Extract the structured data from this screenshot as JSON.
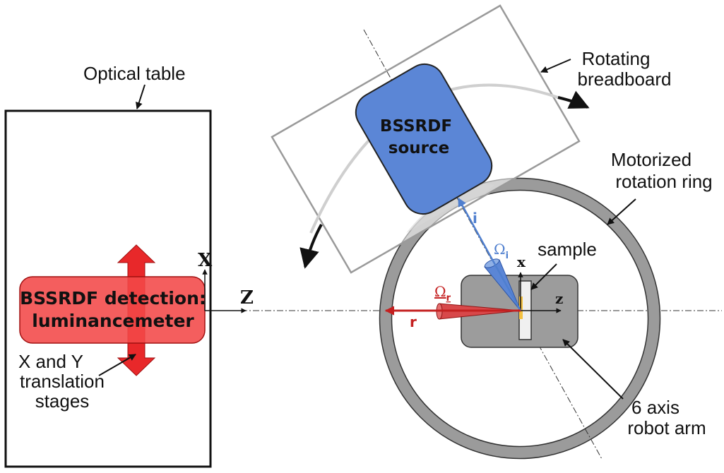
{
  "labels": {
    "optical_table": "Optical table",
    "rotating_breadboard_line1": "Rotating",
    "rotating_breadboard_line2": "breadboard",
    "motorized_line1": "Motorized",
    "motorized_line2": "rotation ring",
    "sample": "sample",
    "robot_line1": "6 axis",
    "robot_line2": "robot arm",
    "translation_line1": "X and Y",
    "translation_line2": "translation",
    "translation_line3": "stages"
  },
  "detector": {
    "line1": "BSSRDF detection:",
    "line2": "luminancemeter"
  },
  "source": {
    "line1": "BSSRDF",
    "line2": "source"
  },
  "axes": {
    "table_x": "X",
    "table_z": "Z",
    "sample_x": "x",
    "sample_z": "z"
  },
  "vectors": {
    "incident": "i",
    "reflected": "r",
    "omega": "Ω",
    "omega_i_sub": "i",
    "omega_r_sub": "r"
  },
  "colors": {
    "detector_fill": "#f24848",
    "detector_arrow": "#e8282a",
    "source_fill": "#5b86d6",
    "incident_vector": "#4f7fcf",
    "reflected_vector": "#c42020",
    "ring": "#9b9b9b",
    "sample_stage": "#9c9c9c",
    "sample_spot": "#f5c242"
  }
}
